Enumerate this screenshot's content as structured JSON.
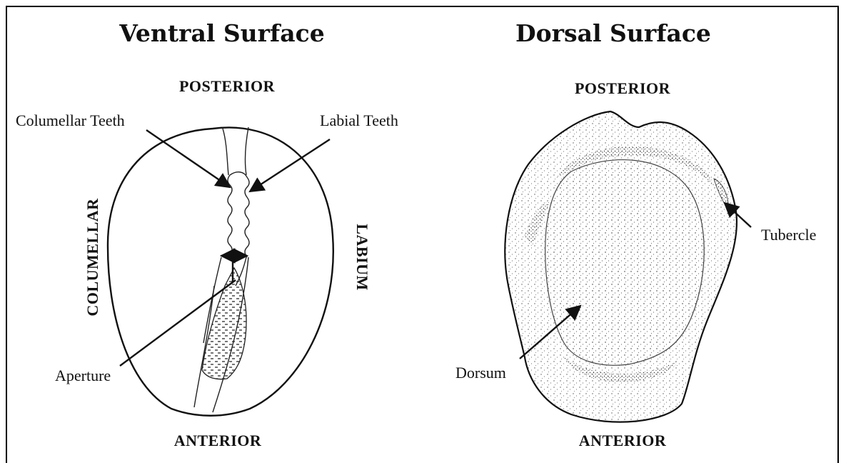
{
  "ventral": {
    "title": "Ventral Surface",
    "posterior": "POSTERIOR",
    "anterior": "ANTERIOR",
    "left_side": "COLUMELLAR",
    "right_side": "LABIUM",
    "labels": {
      "columellar_teeth": "Columellar Teeth",
      "labial_teeth": "Labial Teeth",
      "aperture": "Aperture"
    }
  },
  "dorsal": {
    "title": "Dorsal Surface",
    "posterior": "POSTERIOR",
    "anterior": "ANTERIOR",
    "labels": {
      "tubercle": "Tubercle",
      "dorsum": "Dorsum"
    }
  },
  "colors": {
    "ink": "#111111",
    "background": "#ffffff"
  }
}
